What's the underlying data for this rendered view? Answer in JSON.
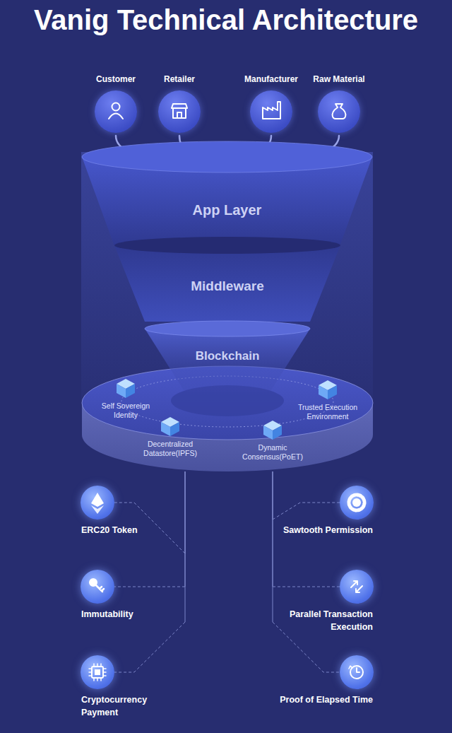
{
  "diagram": {
    "title": "Vanig Technical Architecture",
    "nodes": [
      {
        "text": [
          "Customer"
        ]
      },
      {
        "text": [
          "Retailer"
        ]
      },
      {
        "text": [
          "Manufacturer"
        ]
      },
      {
        "text": [
          "Raw Material"
        ]
      },
      {
        "text": [
          "App Layer"
        ]
      },
      {
        "text": [
          "Middleware"
        ]
      },
      {
        "text": [
          "Blockchain"
        ]
      },
      {
        "text": [
          "Self Sovereign Identity"
        ],
        "in": 6
      },
      {
        "text": [
          "Trusted Execution Environment"
        ],
        "in": 6
      },
      {
        "text": [
          "Decentralized Datastore(IPFS)"
        ],
        "in": 6
      },
      {
        "text": [
          "Dynamic Consensus(PoET)"
        ],
        "in": 6
      },
      {
        "text": [
          "ERC20 Token"
        ]
      },
      {
        "text": [
          "Sawtooth Permission"
        ]
      },
      {
        "text": [
          "Immutability"
        ]
      },
      {
        "text": [
          "Parallel Transaction Execution"
        ]
      },
      {
        "text": [
          "Cryptocurrency Payment"
        ]
      },
      {
        "text": [
          "Proof of Elapsed Time"
        ]
      }
    ],
    "edges": [
      {
        "from": 0,
        "to": 4,
        "arrow": "to"
      },
      {
        "from": 1,
        "to": 4,
        "arrow": "to"
      },
      {
        "from": 2,
        "to": 4,
        "arrow": "to"
      },
      {
        "from": 3,
        "to": 4,
        "arrow": "to"
      },
      {
        "from": 6,
        "to": 11,
        "arrow": "none"
      },
      {
        "from": 6,
        "to": 12,
        "arrow": "none"
      },
      {
        "from": 6,
        "to": 13,
        "arrow": "none"
      },
      {
        "from": 6,
        "to": 14,
        "arrow": "none"
      },
      {
        "from": 6,
        "to": 15,
        "arrow": "none"
      },
      {
        "from": 6,
        "to": 16,
        "arrow": "none"
      }
    ]
  }
}
